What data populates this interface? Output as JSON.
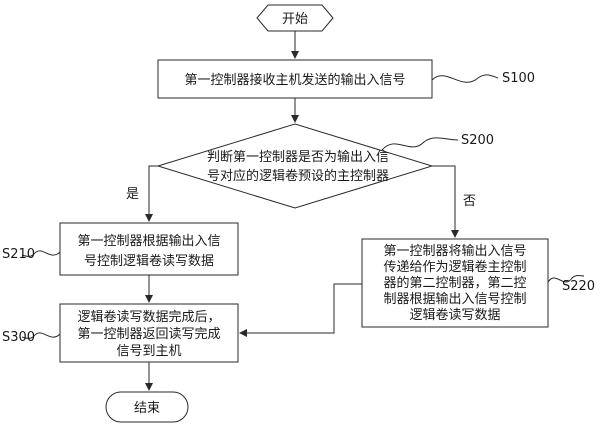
{
  "flowchart": {
    "start": {
      "text": "开始"
    },
    "end": {
      "text": "结束"
    },
    "s100": {
      "step": "S100",
      "lines": [
        "第一控制器接收主机发送的输出入信号"
      ]
    },
    "s200": {
      "step": "S200",
      "lines": [
        "判断第一控制器是否为输出入信",
        "号对应的逻辑卷预设的主控制器"
      ]
    },
    "yes_label": "是",
    "no_label": "否",
    "s210": {
      "step": "S210",
      "lines": [
        "第一控制器根据输出入信",
        "号控制逻辑卷读写数据"
      ]
    },
    "s220": {
      "step": "S220",
      "lines": [
        "第一控制器将输出入信号",
        "传递给作为逻辑卷主控制",
        "器的第二控制器，第二控",
        "制器根据输出入信号控制",
        "逻辑卷读写数据"
      ]
    },
    "s300": {
      "step": "S300",
      "lines": [
        "逻辑卷读写数据完成后，",
        "第一控制器返回读写完成",
        "信号到主机"
      ]
    }
  }
}
